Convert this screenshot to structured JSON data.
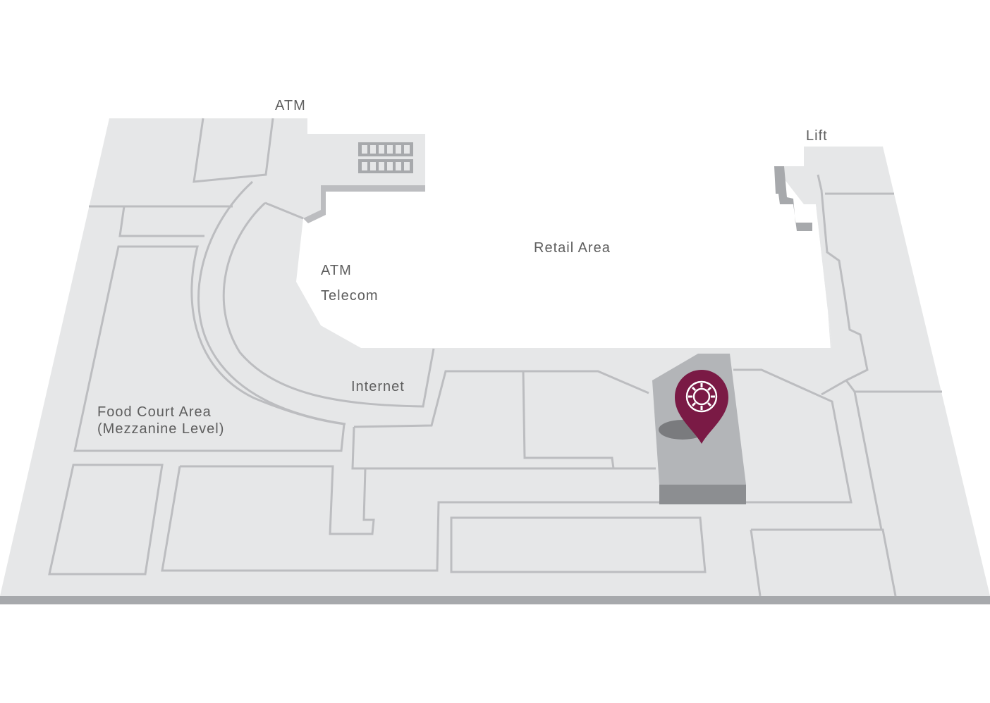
{
  "map": {
    "colors": {
      "floor": "#e6e7e8",
      "wall": "#bcbdc0",
      "edge": "#a7a9ac",
      "highlight_block": "#b3b5b8",
      "highlight_side": "#8c8e91",
      "pin": "#7a1a45",
      "background": "#ffffff"
    },
    "labels": {
      "atm_top": "ATM",
      "lift": "Lift",
      "retail_area": "Retail Area",
      "atm_inner": "ATM",
      "telecom": "Telecom",
      "internet": "Internet",
      "food_court_line1": "Food Court Area",
      "food_court_line2": "(Mezzanine Level)"
    },
    "marker": {
      "icon": "location-pin-icon"
    }
  }
}
